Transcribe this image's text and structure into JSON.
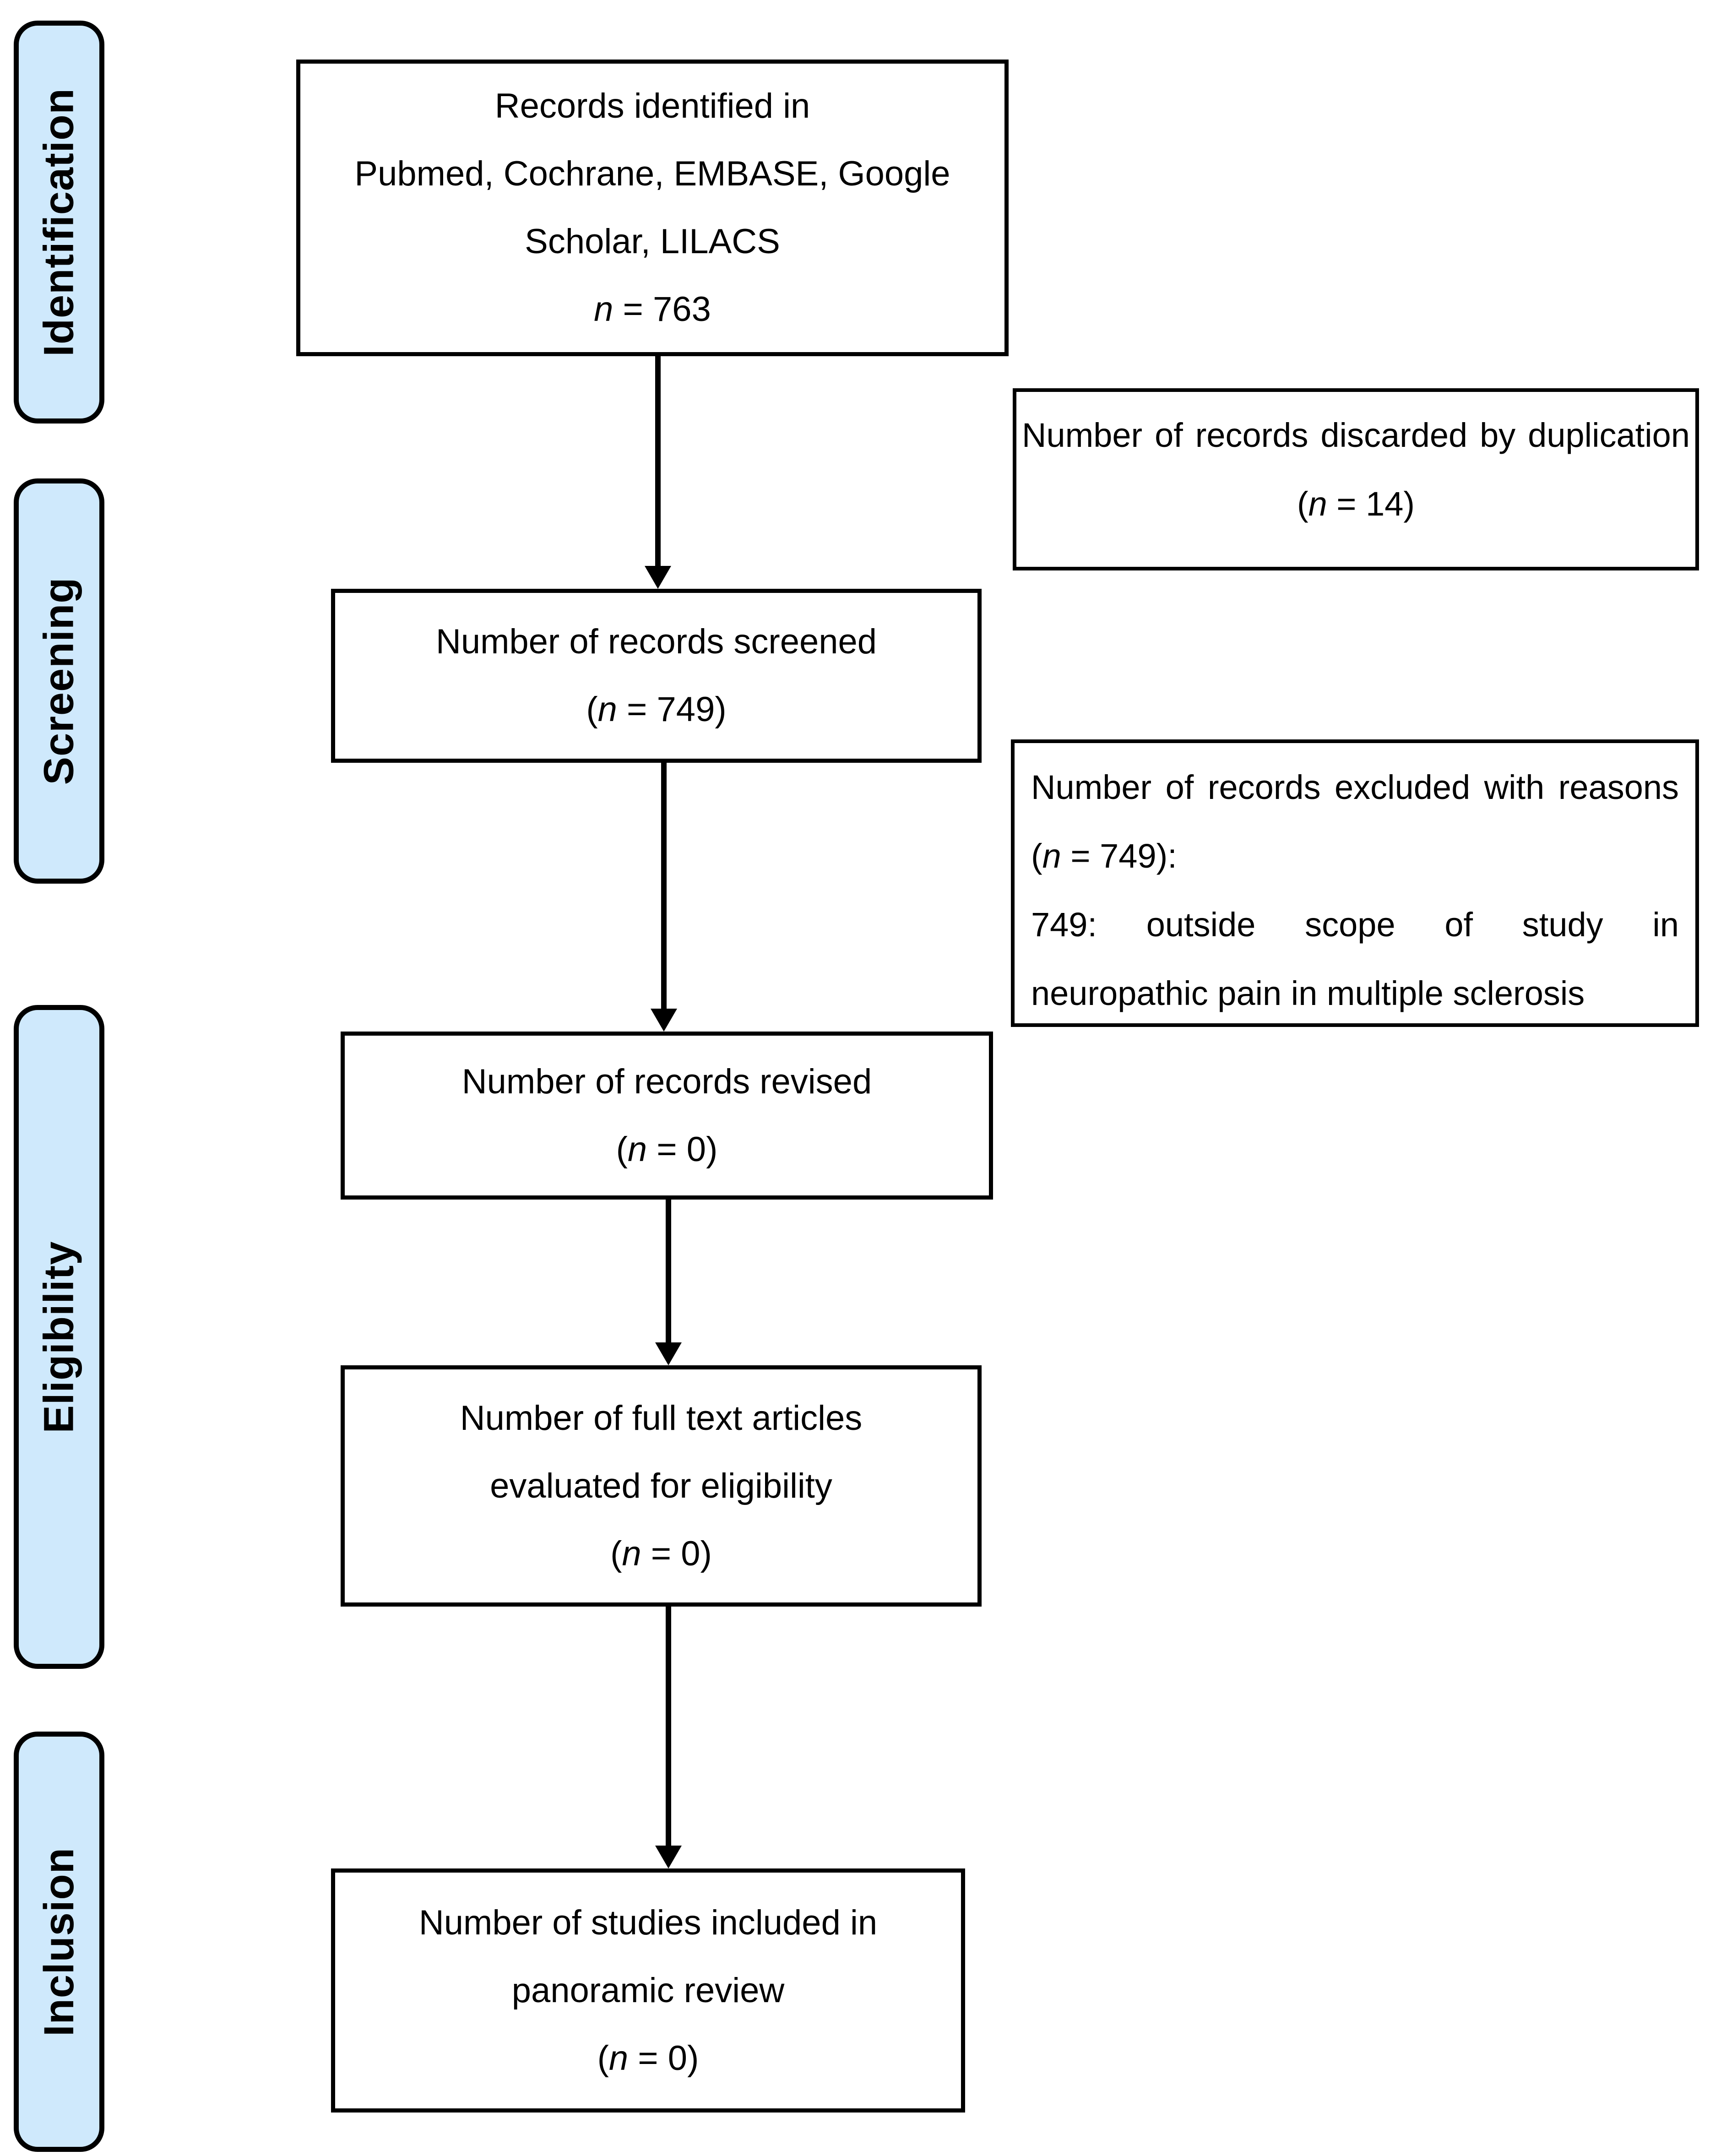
{
  "colors": {
    "stage_fill": "#cfe9fc",
    "box_border": "#000000",
    "background": "#ffffff"
  },
  "stages": {
    "identification": "Identification",
    "screening": "Screening",
    "eligibility": "Eligibility",
    "inclusion": "Inclusion"
  },
  "flow": {
    "identified": {
      "line1": "Records identified in",
      "line2": "Pubmed, Cochrane, EMBASE, Google",
      "line3": "Scholar, LILACS",
      "n": "n = 763"
    },
    "screened": {
      "line1": "Number of records screened",
      "n": "(n = 749)"
    },
    "revised": {
      "line1": "Number of records revised",
      "n": "(n = 0)"
    },
    "full_text": {
      "line1": "Number of full text articles",
      "line2": "evaluated for eligibility",
      "n": "(n = 0)"
    },
    "included": {
      "line1": "Number of studies included in",
      "line2": "panoramic review",
      "n": "(n = 0)"
    }
  },
  "side": {
    "duplication": {
      "line1": "Number of records discarded by duplication",
      "n": "(n = 14)"
    },
    "excluded": {
      "line1": "Number of records excluded with reasons",
      "line2": "(n = 749):",
      "line3": "749: outside scope of study in",
      "line4": "neuropathic pain in multiple sclerosis"
    }
  }
}
